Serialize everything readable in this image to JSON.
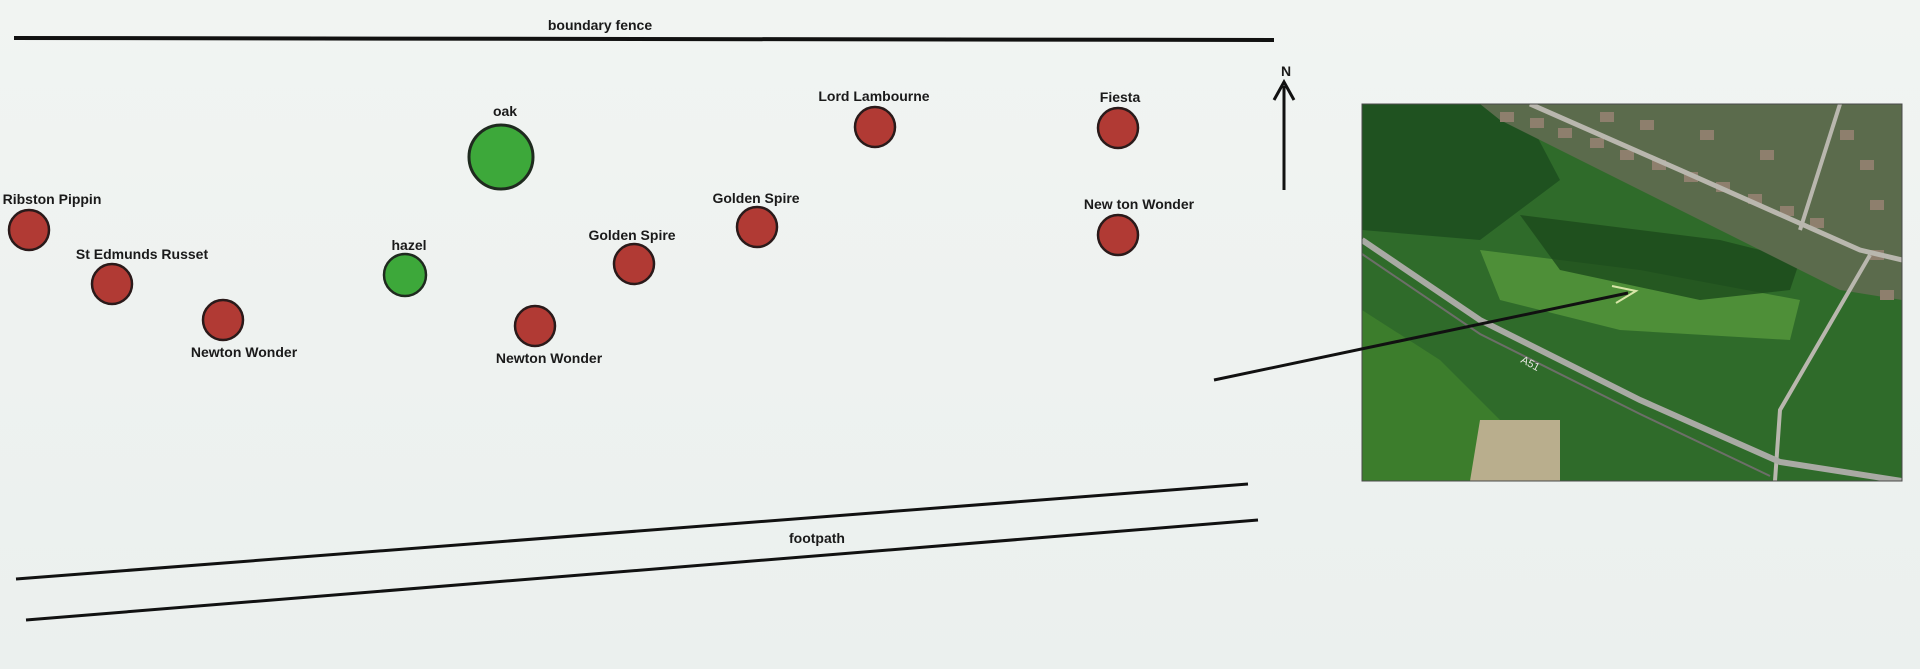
{
  "labels": {
    "boundary": "boundary fence",
    "footpath": "footpath",
    "north": "N"
  },
  "trees": [
    {
      "name": "Ribston Pippin",
      "type": "apple"
    },
    {
      "name": "St Edmunds Russet",
      "type": "apple"
    },
    {
      "name": "Newton Wonder",
      "type": "apple"
    },
    {
      "name": "hazel",
      "type": "hazel"
    },
    {
      "name": "oak",
      "type": "oak"
    },
    {
      "name": "Newton Wonder",
      "type": "apple"
    },
    {
      "name": "Golden Spire",
      "type": "apple"
    },
    {
      "name": "Golden Spire",
      "type": "apple"
    },
    {
      "name": "Lord Lambourne",
      "type": "apple"
    },
    {
      "name": "Fiesta",
      "type": "apple"
    },
    {
      "name": "New ton Wonder",
      "type": "apple"
    }
  ],
  "map_labels": {
    "road": "A51"
  },
  "colors": {
    "apple": "#b13a34",
    "green": "#3da83a",
    "line": "#111111"
  }
}
